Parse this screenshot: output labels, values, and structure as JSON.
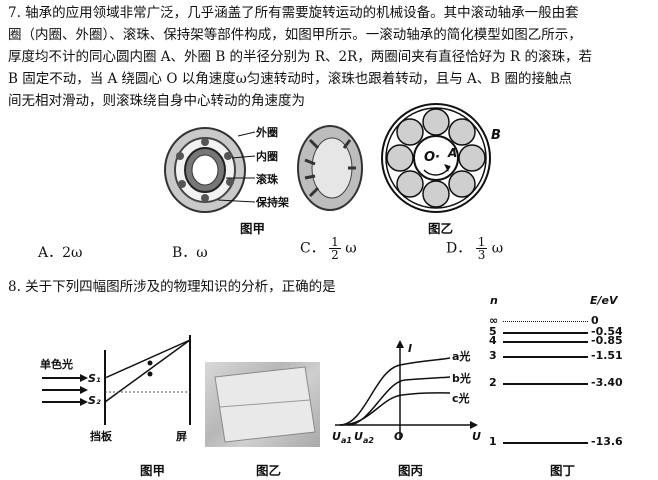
{
  "q7": {
    "line1": "7. 轴承的应用领域非常广泛，几乎涵盖了所有需要旋转运动的机械设备。其中滚动轴承一般由套",
    "line2": "圈（内圈、外圈）、滚珠、保持架等部件构成，如图甲所示。一滚动轴承的简化模型如图乙所示，",
    "line3": "厚度均不计的同心圆内圈 A、外圈 B 的半径分别为 R、2R，两圈间夹有直径恰好为 R 的滚珠，若",
    "line4": "B 固定不动，当 A 绕圆心 O 以角速度ω匀速转动时，滚珠也跟着转动，且与 A、B 圈的接触点",
    "line5": "间无相对滑动，则滚珠绕自身中心转动的角速度为",
    "fig_jia": {
      "caption": "图甲",
      "labels": [
        "外圈",
        "内圈",
        "滚珠",
        "保持架"
      ]
    },
    "fig_yi": {
      "caption": "图乙",
      "label_B": "B",
      "label_O": "O·",
      "label_A": "A"
    },
    "options": {
      "A": "A．2ω",
      "B": "B．ω",
      "C_prefix": "C．",
      "C_num": "1",
      "C_den": "2",
      "C_suffix": "ω",
      "D_prefix": "D．",
      "D_num": "1",
      "D_den": "3",
      "D_suffix": "ω"
    }
  },
  "q8": {
    "stem": "8. 关于下列四幅图所涉及的物理知识的分析，正确的是",
    "fig_jia": {
      "caption": "图甲",
      "light": "单色光",
      "s1": "S₁",
      "s2": "S₂",
      "baffle": "挡板",
      "screen": "屏"
    },
    "fig_yi": {
      "caption": "图乙"
    },
    "fig_bing": {
      "caption": "图丙",
      "axis_I": "I",
      "axis_U": "U",
      "origin": "O",
      "ua1": "U",
      "ua2": "U",
      "ua1_sub": "a1",
      "ua2_sub": "a2",
      "a": "a光",
      "b": "b光",
      "c": "c光"
    },
    "fig_ding": {
      "caption": "图丁",
      "n_label": "n",
      "e_label": "E/eV",
      "levels": [
        {
          "n": "∞",
          "e": "0"
        },
        {
          "n": "5",
          "e": "-0.54"
        },
        {
          "n": "4",
          "e": "-0.85"
        },
        {
          "n": "3",
          "e": "-1.51"
        },
        {
          "n": "2",
          "e": "-3.40"
        },
        {
          "n": "1",
          "e": "-13.6"
        }
      ]
    }
  }
}
